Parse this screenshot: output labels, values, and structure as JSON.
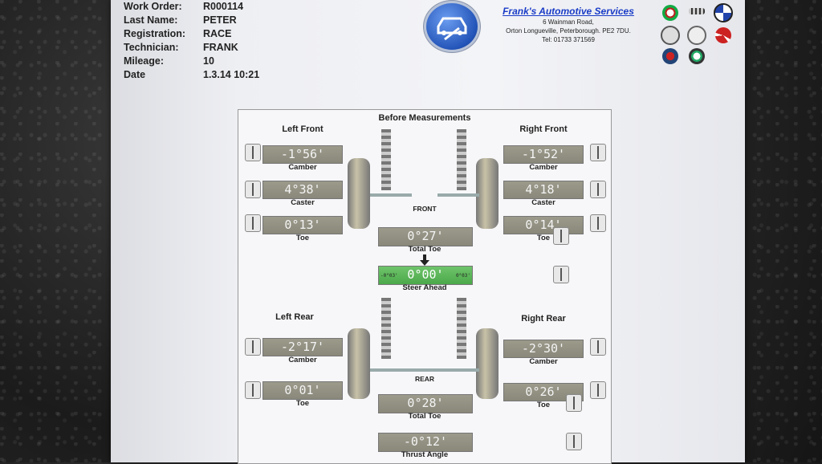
{
  "header": {
    "rows": [
      {
        "k": "Work Order:",
        "v": "R000114"
      },
      {
        "k": "Last Name:",
        "v": "PETER"
      },
      {
        "k": "Registration:",
        "v": "RACE"
      },
      {
        "k": "Technician:",
        "v": "FRANK"
      },
      {
        "k": "Mileage:",
        "v": "10"
      },
      {
        "k": "Date",
        "v": "1.3.14 10:21"
      }
    ]
  },
  "company": {
    "name": "Frank's Automotive Services",
    "addr1": "6 Wainman Road,",
    "addr2": "Orton Longueville, Peterborough. PE2 7DU.",
    "tel": "Tel: 01733 371569"
  },
  "colors": {
    "accent": "#1a3cc7",
    "value_box": "#9c9a8b",
    "steer_ok": "#5bb657"
  },
  "brand_icons": [
    "alfa-romeo-logo",
    "audi-logo",
    "bmw-logo",
    "mazda-logo",
    "mercedes-logo",
    "mitsubishi-logo",
    "saab-logo",
    "skoda-logo",
    "vauxhall-logo"
  ],
  "sheet": {
    "title": "Before Measurements",
    "left_front": "Left Front",
    "right_front": "Right Front",
    "left_rear": "Left Rear",
    "right_rear": "Right Rear",
    "front": "FRONT",
    "rear": "REAR"
  },
  "values": {
    "lf_camber": "-1°56'",
    "lf_caster": "4°38'",
    "lf_toe": "0°13'",
    "rf_camber": "-1°52'",
    "rf_caster": "4°18'",
    "rf_toe": "0°14'",
    "total_toe_front": "0°27'",
    "steer_ahead": "0°00'",
    "steer_min": "-0°03'",
    "steer_max": "0°03'",
    "lr_camber": "-2°17'",
    "lr_toe": "0°01'",
    "rr_camber": "-2°30'",
    "rr_toe": "0°26'",
    "total_toe_rear": "0°28'",
    "thrust": "-0°12'"
  },
  "labels": {
    "camber": "Camber",
    "caster": "Caster",
    "toe": "Toe",
    "total_toe": "Total Toe",
    "steer_ahead": "Steer Ahead",
    "thrust": "Thrust Angle"
  }
}
